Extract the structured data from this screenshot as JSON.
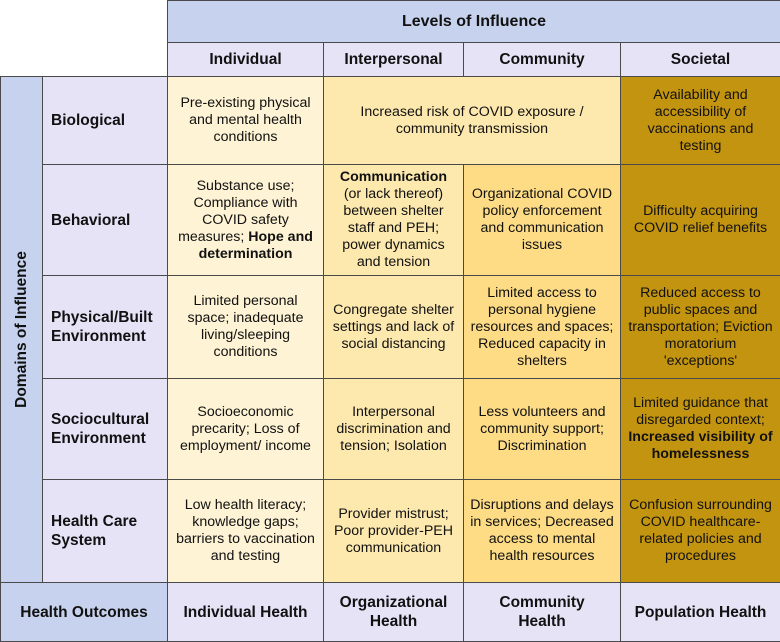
{
  "header": {
    "levels_title": "Levels of Influence",
    "levels": [
      "Individual",
      "Interpersonal",
      "Community",
      "Societal"
    ],
    "domains_title": "Domains of Influence"
  },
  "rows": [
    {
      "label": "Biological",
      "individual": "Pre-existing physical and mental health conditions",
      "interpersonal_community": "Increased risk of COVID exposure / community transmission",
      "societal": "Availability and accessibility of vaccinations and testing"
    },
    {
      "label": "Behavioral",
      "individual_a": "Substance use; Compliance with COVID safety measures; ",
      "individual_b": "Hope and determination",
      "interpersonal_a": "Communication",
      "interpersonal_b": " (or lack thereof) between shelter staff and PEH; power dynamics and tension",
      "community": "Organizational COVID policy enforcement and communication issues",
      "societal": "Difficulty acquiring COVID relief benefits"
    },
    {
      "label": "Physical/Built Environment",
      "individual": "Limited personal space; inadequate living/sleeping conditions",
      "interpersonal": "Congregate shelter settings and lack of social distancing",
      "community": "Limited access to personal hygiene resources and spaces; Reduced capacity in shelters",
      "societal": "Reduced access to public spaces and transportation; Eviction moratorium 'exceptions'"
    },
    {
      "label": "Sociocultural Environment",
      "individual": "Socioeconomic precarity; Loss of employment/ income",
      "interpersonal": "Interpersonal discrimination and tension; Isolation",
      "community": "Less volunteers and community support; Discrimination",
      "societal_a": "Limited guidance that disregarded context; ",
      "societal_b": "Increased visibility of homelessness"
    },
    {
      "label": "Health Care System",
      "individual": "Low health literacy; knowledge gaps; barriers to vaccination and testing",
      "interpersonal": "Provider mistrust; Poor provider-PEH communication",
      "community": "Disruptions and delays in services; Decreased access to mental health resources",
      "societal": "Confusion surrounding COVID healthcare-related policies and procedures"
    }
  ],
  "outcomes": {
    "label": "Health Outcomes",
    "individual": "Individual Health",
    "interpersonal": "Organizational Health",
    "community": "Community Health",
    "societal": "Population Health"
  },
  "colors": {
    "header_blue": "#c7d3ee",
    "lavender": "#e6e3f7",
    "individual": "#fef3d4",
    "interpersonal": "#fde9ae",
    "community": "#fddc85",
    "societal": "#c39410"
  }
}
